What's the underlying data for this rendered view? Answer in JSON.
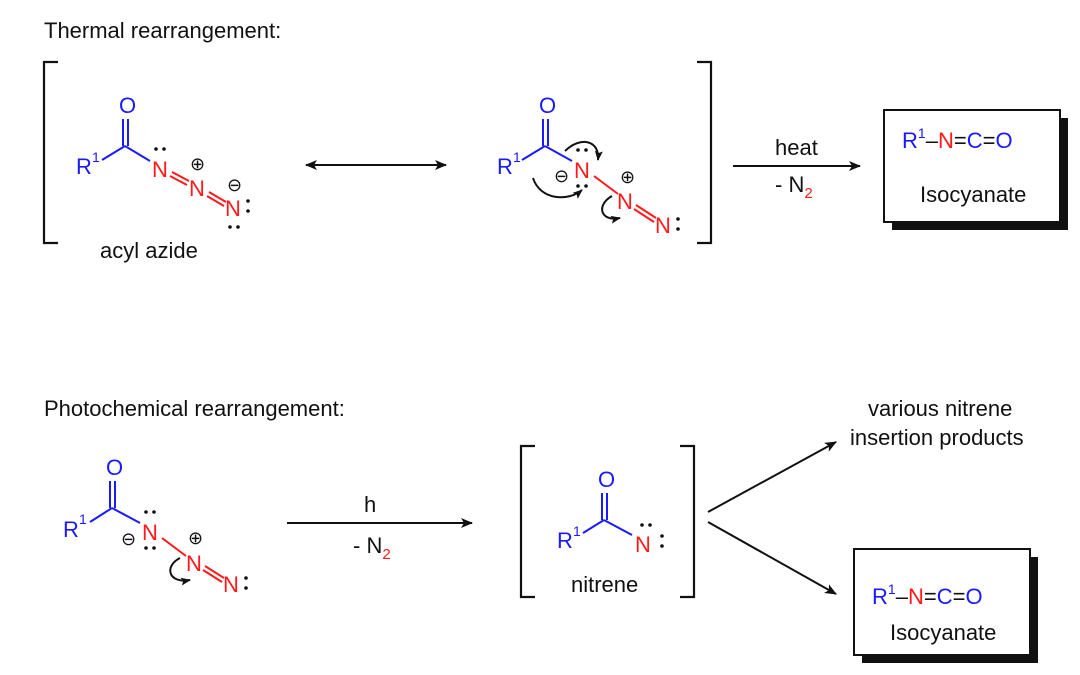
{
  "thermal": {
    "heading": "Thermal rearrangement:",
    "acyl_label": "acyl azide",
    "r_group": "R",
    "r_sup": "1",
    "oxygen": "O",
    "nitrogen": "N",
    "plus": "⊕",
    "minus": "⊖",
    "arrow_top": "heat",
    "arrow_bottom_prefix": "- N",
    "arrow_bottom_sub": "2"
  },
  "thermal_product": {
    "r": "R",
    "sup": "1",
    "dash": "–",
    "n": "N",
    "eq1": "=",
    "c": "C",
    "eq2": "=",
    "o": "O",
    "name": "Isocyanate"
  },
  "photo": {
    "heading": "Photochemical rearrangement:",
    "arrow_top": "h",
    "arrow_bottom_prefix": "- N",
    "arrow_bottom_sub": "2",
    "nitrene_label": "nitrene",
    "branch_line1": "various nitrene",
    "branch_line2": "insertion products"
  },
  "photo_product": {
    "r": "R",
    "sup": "1",
    "dash": "–",
    "n": "N",
    "eq1": "=",
    "c": "C",
    "eq2": "=",
    "o": "O",
    "name": "Isocyanate"
  },
  "colors": {
    "carbonyl": "#1a1aff",
    "azide_nitrogen": "#ff1a1a",
    "text": "#111111"
  }
}
